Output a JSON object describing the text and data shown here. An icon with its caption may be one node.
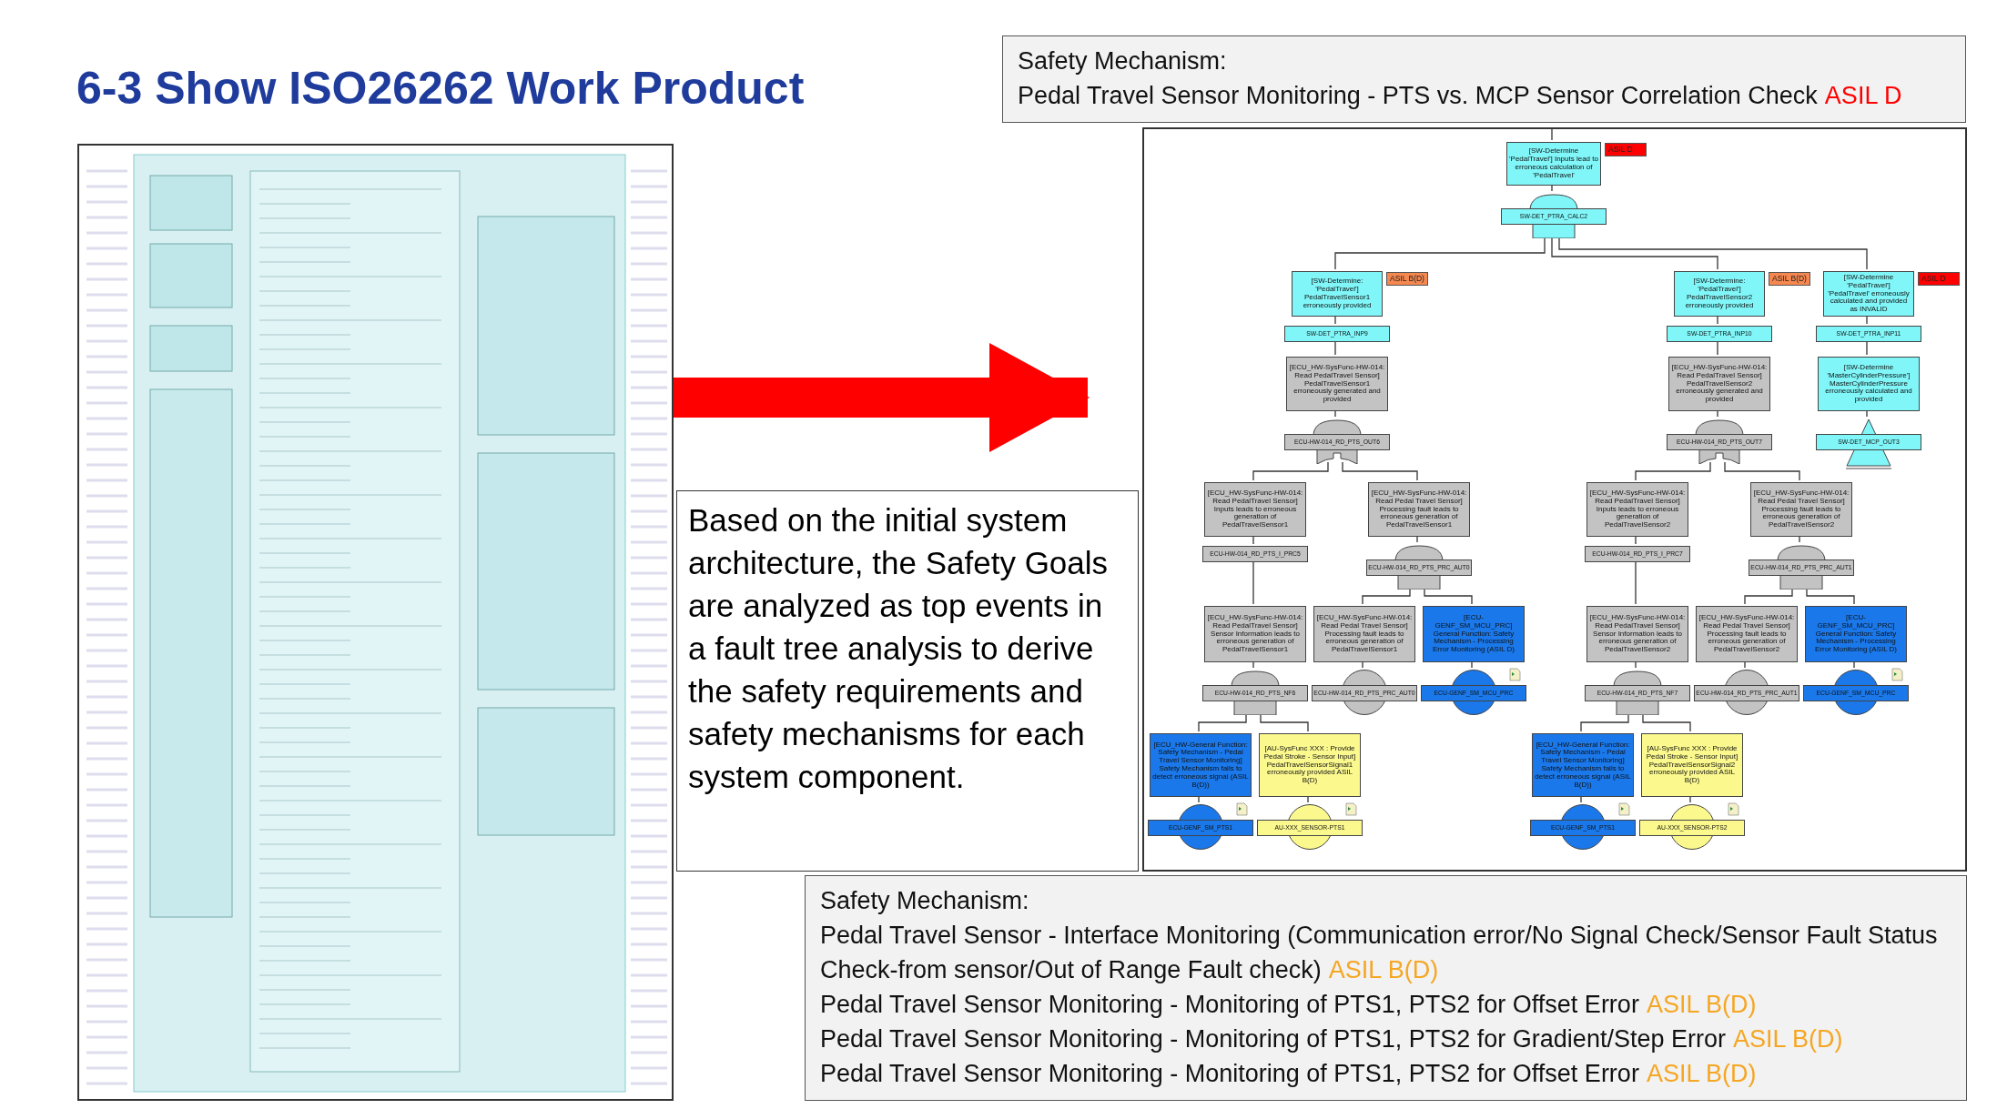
{
  "diagram": {
    "title": "6-3 Show ISO26262 Work Product",
    "nodes": [
      {
        "text": [
          "Safety Mechanism:",
          "Pedal Travel Sensor Monitoring - PTS vs. MCP Sensor Correlation Check",
          "ASIL D"
        ]
      },
      {
        "text": [],
        "shape": "picture"
      },
      {
        "text": [],
        "shape": "box"
      },
      {
        "text": [
          "Based on the initial system architecture, the Safety Goals are analyzed as top events in a fault tree analysis to derive the safety requirements and safety mechanisms for each system component."
        ]
      },
      {
        "text": [
          "[SW-Determine 'PedalTravel'] Inputs lead to erroneous calculation of 'PedalTravel'"
        ],
        "in": 2
      },
      {
        "text": [
          "ASIL D"
        ],
        "in": 2
      },
      {
        "text": [
          "SW-DET_PTRA_CALC2"
        ],
        "in": 2
      },
      {
        "text": [
          "[SW-Determine: 'PedalTravel'] PedalTravelSensor1 erroneously provided"
        ],
        "in": 2
      },
      {
        "text": [
          "ASIL B(D)"
        ],
        "in": 2
      },
      {
        "text": [
          "[SW-Determine: 'PedalTravel'] PedalTravelSensor2 erroneously provided"
        ],
        "in": 2
      },
      {
        "text": [
          "ASIL B(D)"
        ],
        "in": 2
      },
      {
        "text": [
          "[SW-Determine 'PedalTravel'] 'PedalTravel' erroneously calculated and provided as INVALID"
        ],
        "in": 2
      },
      {
        "text": [
          "ASIL D"
        ],
        "in": 2
      },
      {
        "text": [
          "SW-DET_PTRA_INP9"
        ],
        "in": 2
      },
      {
        "text": [
          "SW-DET_PTRA_INP10"
        ],
        "in": 2
      },
      {
        "text": [
          "SW-DET_PTRA_INP11"
        ],
        "in": 2
      },
      {
        "text": [
          "[ECU_HW-SysFunc-HW-014: Read PedalTravel Sensor] PedalTravelSensor1 erroneously generated and provided"
        ],
        "in": 2
      },
      {
        "text": [
          "ECU-HW-014_RD_PTS_OUT6"
        ],
        "in": 2
      },
      {
        "text": [
          "[ECU_HW-SysFunc-HW-014: Read PedalTravel Sensor] PedalTravelSensor2 erroneously generated and provided"
        ],
        "in": 2
      },
      {
        "text": [
          "ECU-HW-014_RD_PTS_OUT7"
        ],
        "in": 2
      },
      {
        "text": [
          "[SW-Determine 'MasterCylinderPressure'] MasterCylinderPressure erroneously calculated and provided"
        ],
        "in": 2
      },
      {
        "text": [
          "SW-DET_MCP_OUT3"
        ],
        "in": 2
      },
      {
        "text": [
          "[ECU_HW-SysFunc-HW-014: Read PedalTravel Sensor] Inputs leads to erroneous generation of PedalTravelSensor1"
        ],
        "in": 2
      },
      {
        "text": [
          "ECU-HW-014_RD_PTS_I_PRC5"
        ],
        "in": 2
      },
      {
        "text": [
          "[ECU_HW-SysFunc-HW-014: Read Pedal Travel Sensor] Processing fault leads to erroneous generation of PedalTravelSensor1"
        ],
        "in": 2
      },
      {
        "text": [
          "ECU-HW-014_RD_PTS_PRC_AUT0"
        ],
        "in": 2
      },
      {
        "text": [
          "[ECU_HW-SysFunc-HW-014: Read PedalTravel Sensor] Inputs leads to erroneous generation of PedalTravelSensor2"
        ],
        "in": 2
      },
      {
        "text": [
          "ECU-HW-014_RD_PTS_I_PRC7"
        ],
        "in": 2
      },
      {
        "text": [
          "[ECU_HW-SysFunc-HW-014: Read Pedal Travel Sensor] Processing fault leads to erroneous generation of PedalTravelSensor2"
        ],
        "in": 2
      },
      {
        "text": [
          "ECU-HW-014_RD_PTS_PRC_AUT1"
        ],
        "in": 2
      },
      {
        "text": [
          "[ECU_HW-SysFunc-HW-014: Read PedalTravel Sensor] Sensor Information leads to erroneous generation of PedalTravelSensor1"
        ],
        "in": 2
      },
      {
        "text": [
          "ECU-HW-014_RD_PTS_NF6"
        ],
        "in": 2
      },
      {
        "text": [
          "[ECU_HW-SysFunc-HW-014: Read Pedal Travel Sensor] Processing fault leads to erroneous generation of PedalTravelSensor1"
        ],
        "in": 2
      },
      {
        "text": [
          "ECU-HW-014_RD_PTS_PRC_AUT0"
        ],
        "in": 2
      },
      {
        "text": [
          "[ECU-GENF_SM_MCU_PRC] General Function: Safety Mechanism - Processing Error Monitoring (ASIL D)"
        ],
        "in": 2
      },
      {
        "text": [
          "ECU-GENF_SM_MCU_PRC"
        ],
        "in": 2
      },
      {
        "text": [
          "[ECU_HW-SysFunc-HW-014: Read PedalTravel Sensor] Sensor Information leads to erroneous generation of PedalTravelSensor2"
        ],
        "in": 2
      },
      {
        "text": [
          "ECU-HW-014_RD_PTS_NF7"
        ],
        "in": 2
      },
      {
        "text": [
          "[ECU_HW-SysFunc-HW-014: Read Pedal Travel Sensor] Processing fault leads to erroneous generation of PedalTravelSensor2"
        ],
        "in": 2
      },
      {
        "text": [
          "ECU-HW-014_RD_PTS_PRC_AUT1"
        ],
        "in": 2
      },
      {
        "text": [
          "[ECU-GENF_SM_MCU_PRC] General Function: Safety Mechanism - Processing Error Monitoring (ASIL D)"
        ],
        "in": 2
      },
      {
        "text": [
          "ECU-GENF_SM_MCU_PRC"
        ],
        "in": 2
      },
      {
        "text": [
          "[ECU_HW-General Function: Safety Mechanism - Pedal Travel Sensor Monitoring] Safety Mechanism fails to detect erroneous signal (ASIL B(D))"
        ],
        "in": 2
      },
      {
        "text": [
          "ECU-GENF_SM_PTS1"
        ],
        "in": 2
      },
      {
        "text": [
          "[AU-SysFunc XXX : Provide Pedal Stroke - Sensor Input] PedalTravelSensorSignal1 erroneously provided ASIL B(D)"
        ],
        "in": 2
      },
      {
        "text": [
          "AU-XXX_SENSOR-PTS1"
        ],
        "in": 2
      },
      {
        "text": [
          "[ECU_HW-General Function: Safety Mechanism - Pedal Travel Sensor Monitoring] Safety Mechanism fails to detect erroneous signal (ASIL B(D))"
        ],
        "in": 2
      },
      {
        "text": [
          "ECU-GENF_SM_PTS1"
        ],
        "in": 2
      },
      {
        "text": [
          "[AU-SysFunc XXX : Provide Pedal Stroke - Sensor Input] PedalTravelSensorSignal2 erroneously provided ASIL B(D)"
        ],
        "in": 2
      },
      {
        "text": [
          "AU-XXX_SENSOR-PTS2"
        ],
        "in": 2
      },
      {
        "text": [
          "Safety Mechanism:",
          "Pedal Travel Sensor - Interface Monitoring (Communication error/No Signal Check/Sensor Fault Status Check-from sensor/Out of Range Fault check)",
          "ASIL B(D)",
          "Pedal Travel Sensor Monitoring - Monitoring of PTS1, PTS2 for Offset Error",
          "ASIL B(D)",
          "Pedal Travel Sensor Monitoring - Monitoring of PTS1, PTS2 for Gradient/Step Error",
          "ASIL B(D)",
          "Pedal Travel Sensor Monitoring - Monitoring of PTS1, PTS2 for Offset Error",
          "ASIL B(D)"
        ]
      }
    ],
    "edges": [
      {
        "from": null,
        "to": 4,
        "arrow": "none"
      },
      {
        "from": 4,
        "to": 6,
        "arrow": "none"
      },
      {
        "from": 6,
        "to": 7,
        "arrow": "none"
      },
      {
        "from": 6,
        "to": 9,
        "arrow": "none"
      },
      {
        "from": 6,
        "to": 11,
        "arrow": "none"
      },
      {
        "from": 7,
        "to": 13,
        "arrow": "none"
      },
      {
        "from": 9,
        "to": 14,
        "arrow": "none"
      },
      {
        "from": 11,
        "to": 15,
        "arrow": "none"
      },
      {
        "from": 13,
        "to": 16,
        "arrow": "none"
      },
      {
        "from": 14,
        "to": 18,
        "arrow": "none"
      },
      {
        "from": 15,
        "to": 20,
        "arrow": "none"
      },
      {
        "from": 16,
        "to": 17,
        "arrow": "none"
      },
      {
        "from": 18,
        "to": 19,
        "arrow": "none"
      },
      {
        "from": 20,
        "to": 21,
        "arrow": "none"
      },
      {
        "from": 17,
        "to": 22,
        "arrow": "none"
      },
      {
        "from": 17,
        "to": 24,
        "arrow": "none"
      },
      {
        "from": 19,
        "to": 26,
        "arrow": "none"
      },
      {
        "from": 19,
        "to": 28,
        "arrow": "none"
      },
      {
        "from": 22,
        "to": 23,
        "arrow": "none"
      },
      {
        "from": 24,
        "to": 25,
        "arrow": "none"
      },
      {
        "from": 26,
        "to": 27,
        "arrow": "none"
      },
      {
        "from": 28,
        "to": 29,
        "arrow": "none"
      },
      {
        "from": 23,
        "to": 30,
        "arrow": "none"
      },
      {
        "from": 25,
        "to": 32,
        "arrow": "none"
      },
      {
        "from": 25,
        "to": 34,
        "arrow": "none"
      },
      {
        "from": 27,
        "to": 36,
        "arrow": "none"
      },
      {
        "from": 29,
        "to": 38,
        "arrow": "none"
      },
      {
        "from": 29,
        "to": 40,
        "arrow": "none"
      },
      {
        "from": 30,
        "to": 31,
        "arrow": "none"
      },
      {
        "from": 32,
        "to": 33,
        "arrow": "none"
      },
      {
        "from": 34,
        "to": 35,
        "arrow": "none"
      },
      {
        "from": 36,
        "to": 37,
        "arrow": "none"
      },
      {
        "from": 38,
        "to": 39,
        "arrow": "none"
      },
      {
        "from": 40,
        "to": 41,
        "arrow": "none"
      },
      {
        "from": 31,
        "to": 42,
        "arrow": "none"
      },
      {
        "from": 31,
        "to": 44,
        "arrow": "none"
      },
      {
        "from": 37,
        "to": 46,
        "arrow": "none"
      },
      {
        "from": 37,
        "to": 48,
        "arrow": "none"
      },
      {
        "from": 42,
        "to": 43,
        "arrow": "none"
      },
      {
        "from": 44,
        "to": 45,
        "arrow": "none"
      },
      {
        "from": 46,
        "to": 47,
        "arrow": "none"
      },
      {
        "from": 48,
        "to": 49,
        "arrow": "none"
      },
      {
        "from": 1,
        "to": 2,
        "arrow": "to",
        "style": "thick",
        "color": "#ff0000"
      }
    ]
  }
}
